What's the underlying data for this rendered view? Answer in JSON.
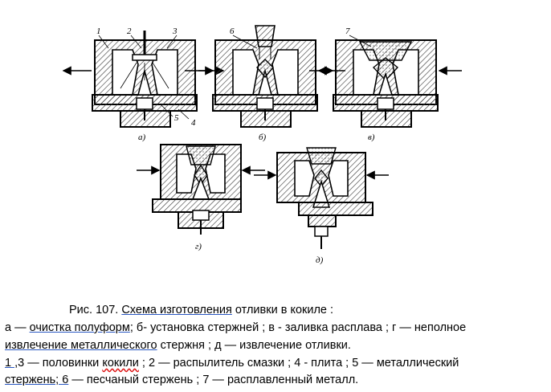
{
  "figure": {
    "part_numbers": [
      "1",
      "2",
      "3",
      "4",
      "5",
      "6",
      "7"
    ],
    "panel_letters": [
      "а)",
      "б)",
      "в)",
      "г)",
      "д)"
    ]
  },
  "caption": {
    "title_prefix": "Рис. 107. ",
    "title_main": "Схема  изготовления",
    "title_rest": "   отливки  в  кокиле :",
    "line2_a": "а — ",
    "line2_b": "очистка  полуформ",
    "line2_c": ";  б- установка стержней ;   в - заливка  расплава ; г — неполное",
    "line3_a": "  извлечение  металлического",
    "line3_b": " стержня ;  д — извлечение отливки.",
    "line4_a": "1  ,",
    "line4_b": "3 — половинки ",
    "line4_c": "кокили",
    "line4_d": " ;  2 — распылитель смазки ; 4 -  плита ;  5 — металлический",
    "line5_a": "   стержень;  6",
    "line5_b": " — песчаный  стержень ;  7 — расплавленный металл."
  },
  "colors": {
    "ink": "#000000",
    "hatch": "#333333",
    "link_underline": "#2b59c3",
    "spell_underline": "#dd1111"
  }
}
